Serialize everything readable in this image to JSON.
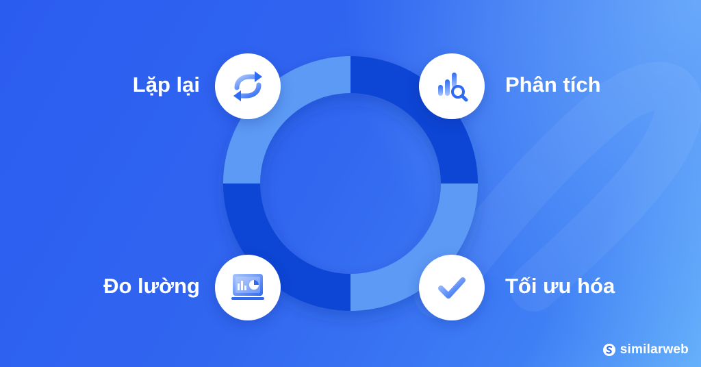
{
  "steps": [
    {
      "label": "Lặp lại",
      "icon": "refresh-cycle-icon"
    },
    {
      "label": "Phân tích",
      "icon": "bar-chart-search-icon"
    },
    {
      "label": "Đo lường",
      "icon": "monitor-dashboard-icon"
    },
    {
      "label": "Tối ưu hóa",
      "icon": "checkmark-icon"
    }
  ],
  "brand": {
    "name": "similarweb",
    "icon": "similarweb-logo-icon"
  },
  "colors": {
    "background": "#3166f0",
    "segment_light": "#5b9af5",
    "segment_dark": "#0d45d4",
    "icon_blue": "#2f6af2",
    "text": "#ffffff"
  }
}
